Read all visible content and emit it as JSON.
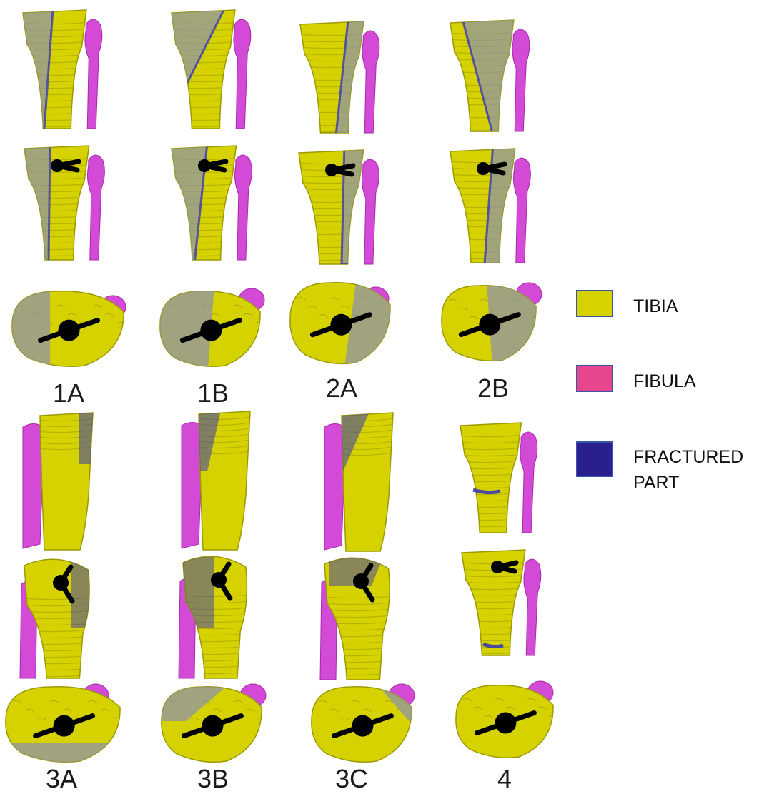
{
  "figure": {
    "colors": {
      "tibia": "#d6d200",
      "tibia_dark": "#9c9a00",
      "fibula": "#d34ad6",
      "fractured": "#3b3ab0",
      "fractured_gray": "#8e93a8",
      "implant": "#000000"
    },
    "cases": [
      {
        "label": "1A",
        "shaded_side": "left"
      },
      {
        "label": "1B",
        "shaded_side": "left-large"
      },
      {
        "label": "2A",
        "shaded_side": "right"
      },
      {
        "label": "2B",
        "shaded_side": "right-large"
      },
      {
        "label": "3A",
        "shaded_side": "posterior"
      },
      {
        "label": "3B",
        "shaded_side": "anterior-left"
      },
      {
        "label": "3C",
        "shaded_side": "anterior-right"
      },
      {
        "label": "4",
        "shaded_side": "shaft-line"
      }
    ],
    "legend": [
      {
        "label_lines": [
          "TIBIA"
        ],
        "color": "#d6d200"
      },
      {
        "label_lines": [
          "FIBULA"
        ],
        "color": "#e8458f"
      },
      {
        "label_lines": [
          "FRACTURED",
          "PART"
        ],
        "color": "#2a1f8e"
      }
    ]
  }
}
